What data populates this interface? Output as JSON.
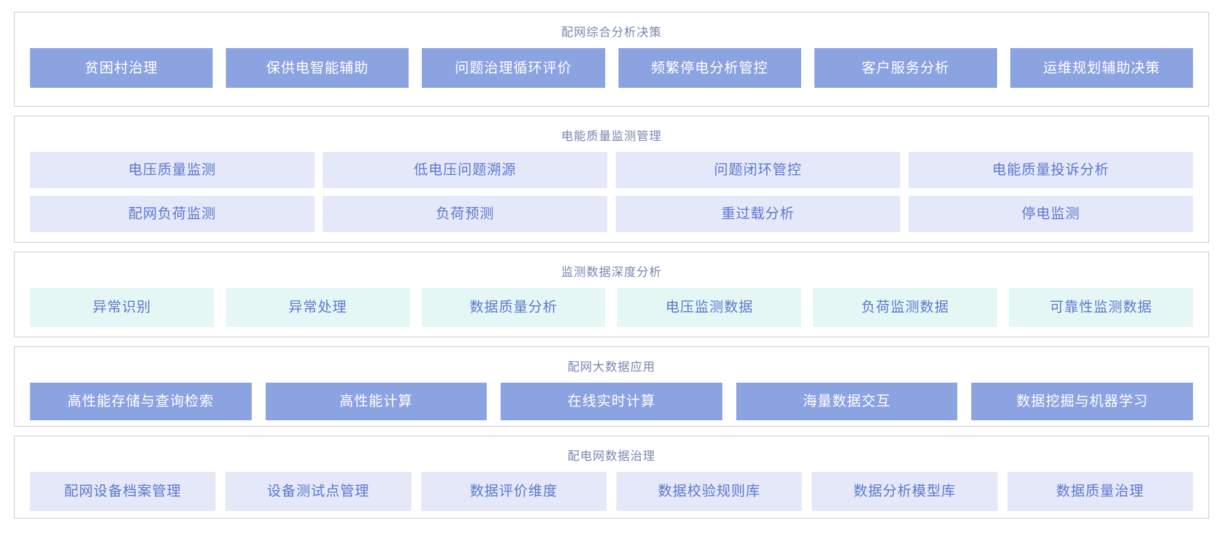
{
  "colors": {
    "panel-border": "#cccccc",
    "title": "#7787b2",
    "solid-bg": "#8ca3e2",
    "solid-text": "#ffffff",
    "lavender-bg": "#e4e8f8",
    "mint-bg": "#e5f7f5",
    "light-text": "#5b79ce"
  },
  "sections": [
    {
      "title": "配网综合分析决策",
      "style": "solid",
      "rows": [
        [
          "贫困村治理",
          "保供电智能辅助",
          "问题治理循环评价",
          "频繁停电分析管控",
          "客户服务分析",
          "运维规划辅助决策"
        ]
      ]
    },
    {
      "title": "电能质量监测管理",
      "style": "lavender",
      "rows": [
        [
          "电压质量监测",
          "低电压问题溯源",
          "问题闭环管控",
          "电能质量投诉分析"
        ],
        [
          "配网负荷监测",
          "负荷预测",
          "重过载分析",
          "停电监测"
        ]
      ]
    },
    {
      "title": "监测数据深度分析",
      "style": "mint",
      "rows": [
        [
          "异常识别",
          "异常处理",
          "数据质量分析",
          "电压监测数据",
          "负荷监测数据",
          "可靠性监测数据"
        ]
      ]
    },
    {
      "title": "配网大数据应用",
      "style": "solid",
      "rows": [
        [
          "高性能存储与查询检索",
          "高性能计算",
          "在线实时计算",
          "海量数据交互",
          "数据挖掘与机器学习"
        ]
      ]
    },
    {
      "title": "配电网数据治理",
      "style": "lavender",
      "rows": [
        [
          "配网设备档案管理",
          "设备测试点管理",
          "数据评价维度",
          "数据校验规则库",
          "数据分析模型库",
          "数据质量治理"
        ]
      ]
    }
  ]
}
